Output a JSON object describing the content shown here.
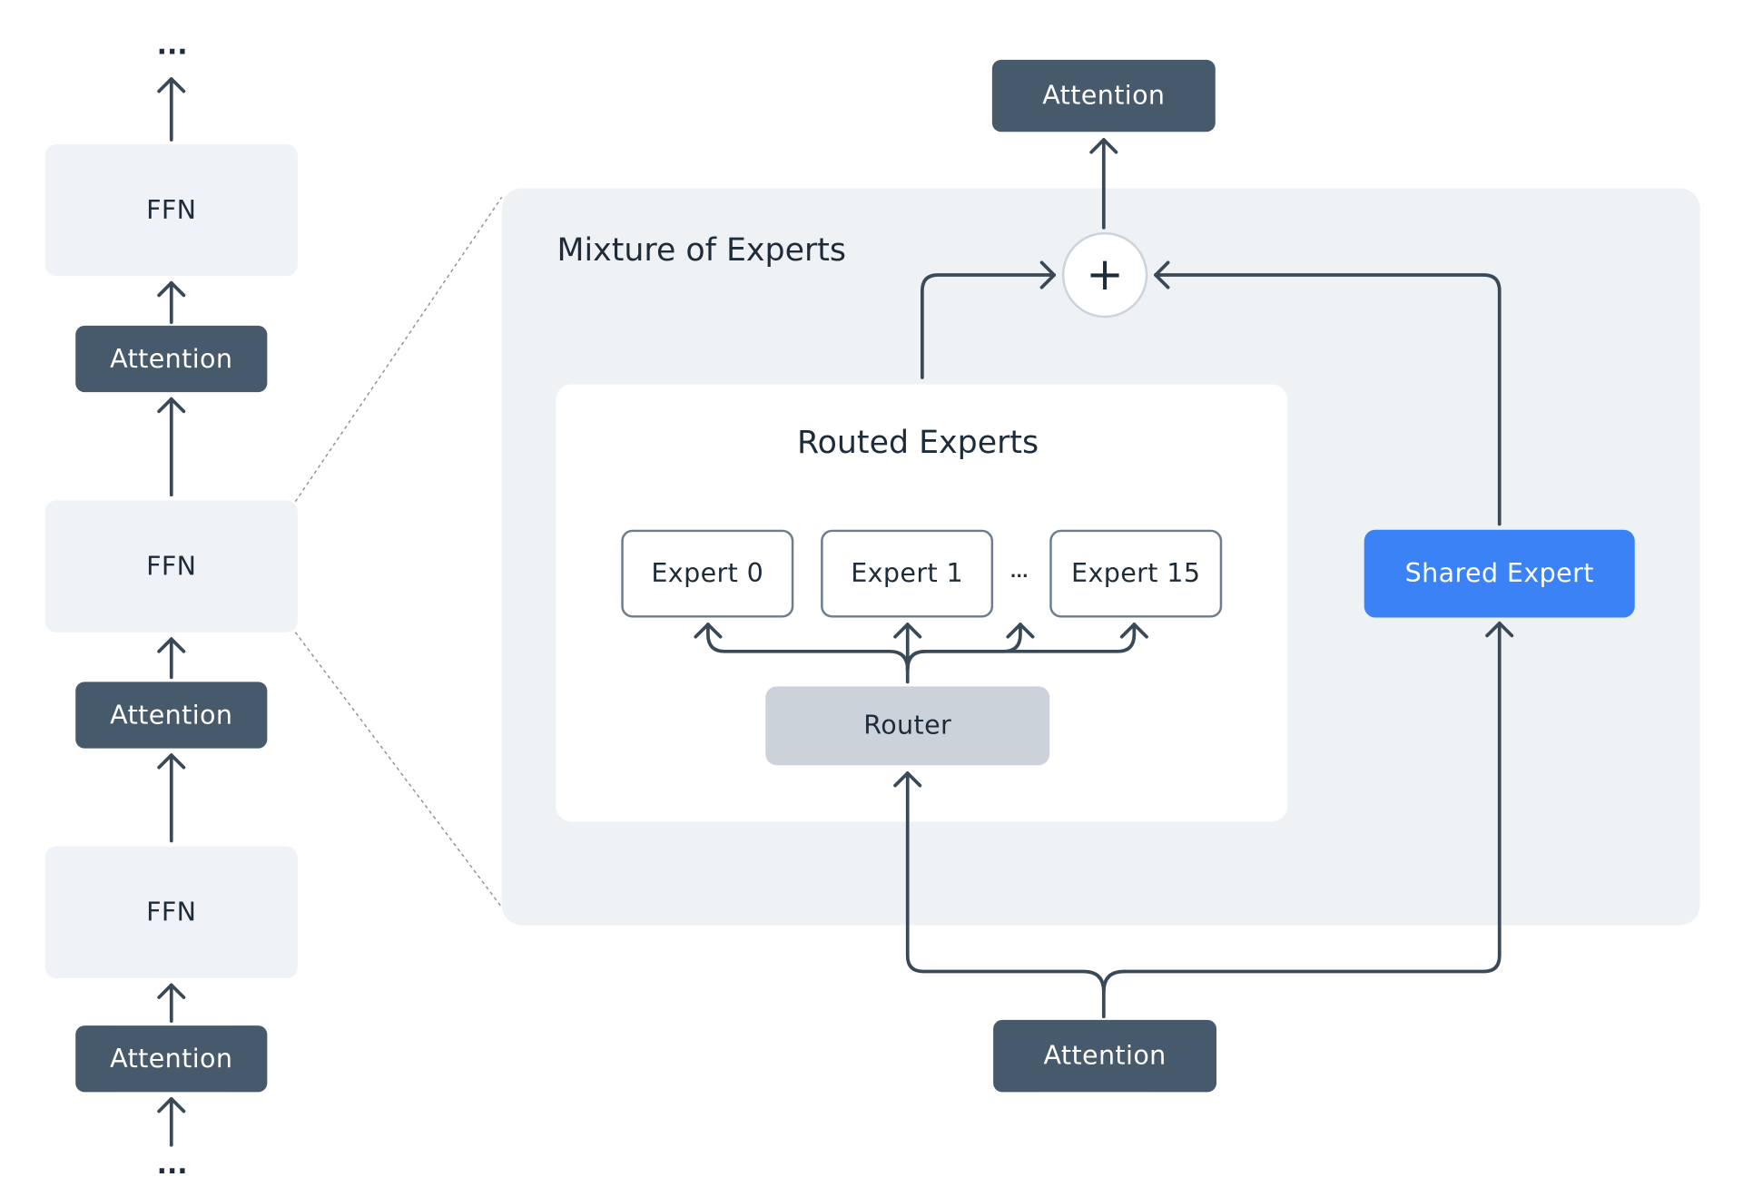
{
  "left_stack": {
    "top_ellipsis": "...",
    "bottom_ellipsis": "...",
    "blocks": [
      {
        "kind": "ffn",
        "label": "FFN"
      },
      {
        "kind": "attention",
        "label": "Attention"
      },
      {
        "kind": "ffn",
        "label": "FFN"
      },
      {
        "kind": "attention",
        "label": "Attention"
      },
      {
        "kind": "ffn",
        "label": "FFN"
      },
      {
        "kind": "attention",
        "label": "Attention"
      }
    ]
  },
  "moe": {
    "title": "Mixture of Experts",
    "top_attention": "Attention",
    "bottom_attention": "Attention",
    "combine_symbol": "+",
    "routed": {
      "title": "Routed Experts",
      "experts": [
        "Expert 0",
        "Expert 1",
        "Expert 15"
      ],
      "ellipsis": "...",
      "router": "Router"
    },
    "shared_expert": "Shared Expert"
  },
  "colors": {
    "attention_fill": "#465a6b",
    "ffn_fill": "#eff2f6",
    "router_fill": "#cbd2da",
    "shared_expert_fill": "#3b82f6",
    "line": "#3a4957"
  }
}
